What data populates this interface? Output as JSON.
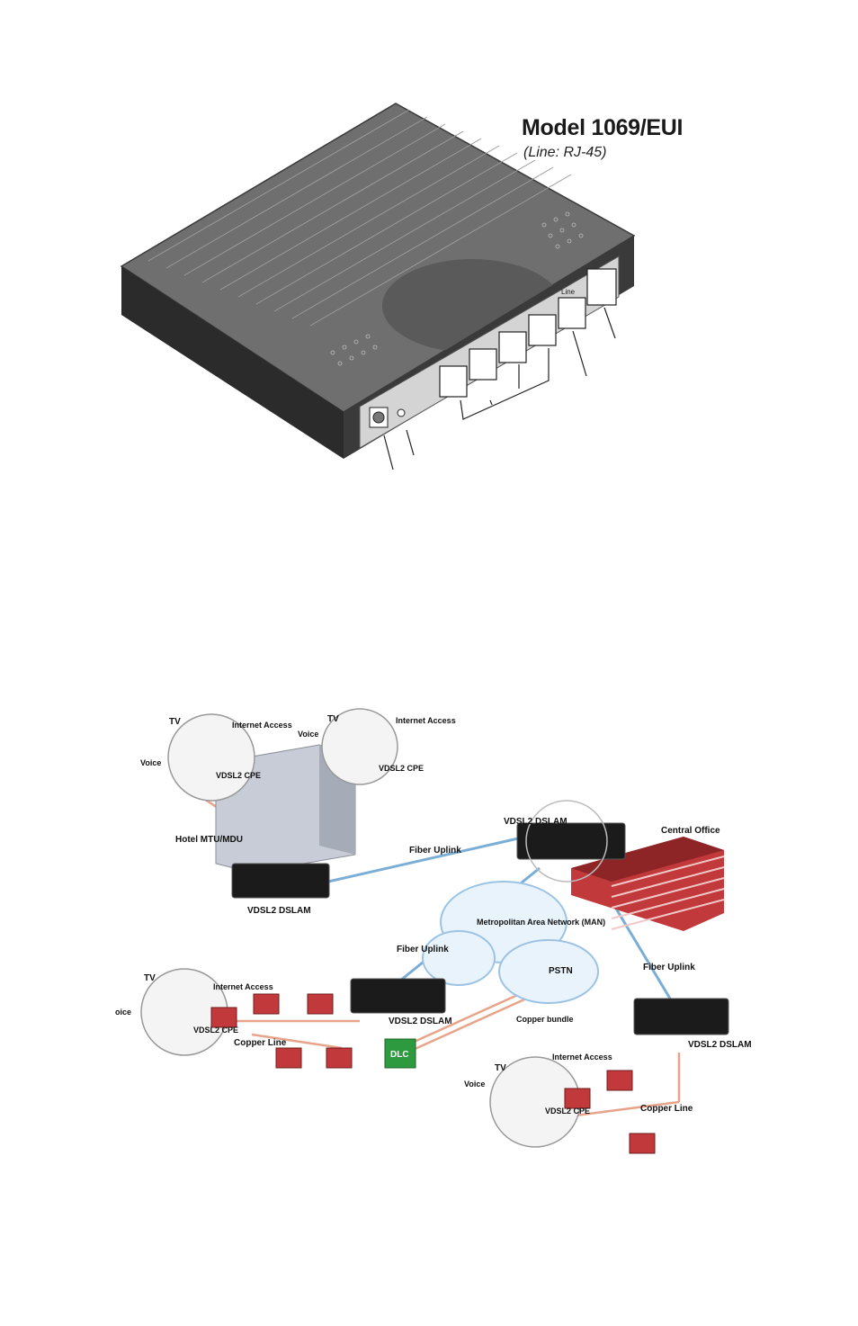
{
  "device": {
    "title": "Model 1069/EUI",
    "subtitle": "(Line: RJ-45)",
    "port_label": "Line"
  },
  "network": {
    "cpe_label": "VDSL2 CPE",
    "tv": "TV",
    "voice": "Voice",
    "voice_partial": "oice",
    "internet_access": "Internet Access",
    "hotel": "Hotel MTU/MDU",
    "dslam": "VDSL2 DSLAM",
    "central_office": "Central Office",
    "fiber_uplink": "Fiber Uplink",
    "man": "Metropolitan Area Network (MAN)",
    "pstn": "PSTN",
    "copper_bundle": "Copper bundle",
    "copper_line": "Copper Line",
    "dlc": "DLC"
  },
  "colors": {
    "device_body": "#6e6e6e",
    "device_dark": "#2b2b2b",
    "fiber": "#7aaed6",
    "copper": "#e8a48a",
    "house": "#c2393b",
    "dlc": "#2e9a3f",
    "building": "#c8ccd6"
  }
}
